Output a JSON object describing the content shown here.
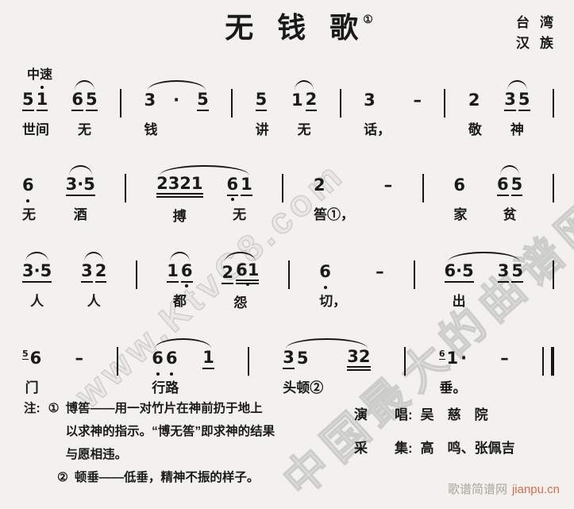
{
  "header": {
    "title": "无钱歌",
    "title_mark": "①",
    "region_line1": "台湾",
    "region_line2": "汉族",
    "tempo": "中速"
  },
  "score": {
    "lines": [
      {
        "cells": [
          {
            "lyric": "世间",
            "notes": [
              {
                "t": "5",
                "u": 1
              },
              {
                "t": "1",
                "u": 1,
                "hd": 1
              }
            ]
          },
          {
            "slur": 1,
            "lyric": "无",
            "notes": [
              {
                "t": "6",
                "u": 1
              },
              {
                "t": "5",
                "u": 1
              }
            ]
          },
          {
            "bar": 1
          },
          {
            "slur": 1,
            "wide": 1,
            "la": "left",
            "lyric": "钱",
            "notes": [
              {
                "t": "3"
              },
              {
                "t": "·"
              },
              {
                "t": "5",
                "u": 1
              }
            ]
          },
          {
            "bar": 1
          },
          {
            "lyric": "讲",
            "notes": [
              {
                "t": "5",
                "u": 1
              }
            ]
          },
          {
            "slur": 1,
            "lyric": "无",
            "notes": [
              {
                "t": "1"
              },
              {
                "t": "2",
                "u": 1
              }
            ]
          },
          {
            "bar": 1
          },
          {
            "lyric": "话，",
            "notes": [
              {
                "t": "3"
              }
            ]
          },
          {
            "notes": [
              {
                "t": "–"
              }
            ]
          },
          {
            "bar": 1
          },
          {
            "lyric": "敬",
            "notes": [
              {
                "t": "2"
              }
            ]
          },
          {
            "slur": 1,
            "lyric": "神",
            "notes": [
              {
                "t": "3",
                "u": 1
              },
              {
                "t": "5",
                "u": 1
              }
            ]
          },
          {
            "bar": 1
          }
        ]
      },
      {
        "cells": [
          {
            "lyric": "无",
            "notes": [
              {
                "t": "6",
                "ld": 1
              }
            ]
          },
          {
            "slur": 1,
            "lyric": "酒",
            "notes": [
              {
                "t": "3·5",
                "u": 1
              }
            ]
          },
          {
            "bar": 1
          },
          {
            "span": 1,
            "slur": 1,
            "cells": [
              {
                "lyric": "搏",
                "notes": [
                  {
                    "t": "2321",
                    "u": 2
                  }
                ]
              },
              {
                "lyric": "无",
                "notes": [
                  {
                    "t": "6",
                    "u": 1,
                    "ld": 1
                  },
                  {
                    "t": "1",
                    "u": 1
                  }
                ]
              }
            ]
          },
          {
            "bar": 1
          },
          {
            "lyric": "筶①，",
            "notes": [
              {
                "t": "2"
              }
            ]
          },
          {
            "notes": [
              {
                "t": "–"
              }
            ]
          },
          {
            "bar": 1
          },
          {
            "lyric": "家",
            "notes": [
              {
                "t": "6"
              }
            ]
          },
          {
            "slur": 1,
            "lyric": "贫",
            "notes": [
              {
                "t": "6",
                "u": 1
              },
              {
                "t": "5",
                "u": 1
              }
            ]
          },
          {
            "bar": 1
          }
        ]
      },
      {
        "cells": [
          {
            "slur": 1,
            "lyric": "人",
            "notes": [
              {
                "t": "3·5",
                "u": 1
              }
            ]
          },
          {
            "slur": 1,
            "lyric": "人",
            "notes": [
              {
                "t": "3",
                "u": 1
              },
              {
                "t": "2",
                "u": 1
              }
            ]
          },
          {
            "bar": 1
          },
          {
            "slur": 1,
            "lyric": "都",
            "notes": [
              {
                "t": "1",
                "u": 1
              },
              {
                "t": "6",
                "u": 1,
                "ld": 1
              }
            ]
          },
          {
            "slur": 1,
            "lyric": "怨",
            "notes": [
              {
                "t": "2",
                "u": 1
              },
              {
                "t": "61",
                "u": 2,
                "ld": 1
              }
            ]
          },
          {
            "bar": 1
          },
          {
            "lyric": "切，",
            "notes": [
              {
                "t": "6",
                "ld": 1
              }
            ]
          },
          {
            "notes": [
              {
                "t": "–"
              }
            ]
          },
          {
            "bar": 1
          },
          {
            "span": 1,
            "slur": 1,
            "cells": [
              {
                "lyric": "出",
                "notes": [
                  {
                    "t": "6·5",
                    "u": 1
                  }
                ]
              },
              {
                "notes": [
                  {
                    "t": "3",
                    "u": 1
                  },
                  {
                    "t": "5",
                    "u": 1
                  }
                ]
              }
            ]
          },
          {
            "bar": 1
          }
        ]
      },
      {
        "cells": [
          {
            "lyric": "门",
            "notes": [
              {
                "t": "6",
                "grace": "5"
              }
            ]
          },
          {
            "notes": [
              {
                "t": "–"
              }
            ]
          },
          {
            "bar": 1
          },
          {
            "span": 1,
            "slur": 1,
            "cells": [
              {
                "lyric": "行路",
                "notes": [
                  {
                    "t": "6",
                    "ld": 1
                  },
                  {
                    "t": "6",
                    "ld": 1
                  }
                ]
              },
              {
                "notes": [
                  {
                    "t": "1",
                    "u": 1
                  }
                ]
              }
            ]
          },
          {
            "bar": 1
          },
          {
            "span": 1,
            "slur": 1,
            "cells": [
              {
                "lyric": "头顿②",
                "notes": [
                  {
                    "t": "3",
                    "u": 1
                  },
                  {
                    "t": "5"
                  }
                ]
              },
              {
                "notes": [
                  {
                    "t": "32",
                    "u": 2
                  }
                ]
              }
            ]
          },
          {
            "bar": 1
          },
          {
            "lyric": "垂。",
            "notes": [
              {
                "t": "1",
                "grace": "6"
              },
              {
                "t": "·"
              }
            ]
          },
          {
            "notes": [
              {
                "t": "–"
              }
            ]
          },
          {
            "bar": 1,
            "final": 1
          }
        ]
      }
    ]
  },
  "notes_section": {
    "label": "注:",
    "items": [
      {
        "num": "①",
        "lines": [
          "博筶——用一对竹片在神前扔于地上",
          "以求神的指示。“博无筶”即求神的结果",
          "与愿相违。"
        ]
      },
      {
        "num": "②",
        "lines": [
          "顿垂——低垂，精神不振的样子。"
        ]
      }
    ]
  },
  "credits": {
    "performer_label": "演　　唱:",
    "performer": "吴　慈　院",
    "collector_label": "采　　集:",
    "collectors": "高　鸣、张佩吉"
  },
  "watermarks": [
    "www.KtvC8.com",
    "中国最大的曲谱网"
  ],
  "footer": {
    "site_name": "歌谱简谱网",
    "site_link": "jianpu.cn"
  },
  "colors": {
    "ink": "#1a1a1a",
    "paper": "#f2f1ee",
    "link": "#d96c4f",
    "watermark": "#b9b9b9"
  }
}
